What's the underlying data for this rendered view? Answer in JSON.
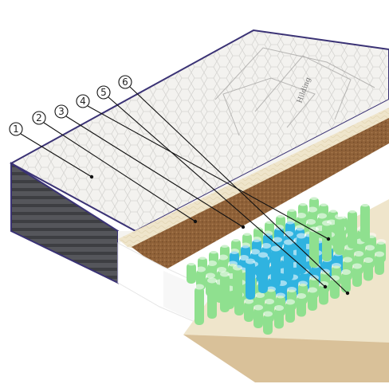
{
  "brand_logo_text": "Hilding",
  "callouts": [
    {
      "label": "1",
      "layer": "quilted-cover"
    },
    {
      "label": "2",
      "layer": "latex-foam"
    },
    {
      "label": "3",
      "layer": "coconut-fiber"
    },
    {
      "label": "4",
      "layer": "pocket-springs-blue"
    },
    {
      "label": "5",
      "layer": "pocket-springs-green"
    },
    {
      "label": "6",
      "layer": "felt-base"
    }
  ],
  "colors": {
    "cover": "#f2f1ee",
    "piping": "#3a3275",
    "side_band": "#4a4a4f",
    "foam": "#efe6cf",
    "coco": "#9a6a3e",
    "spring_blue": "#2fb3e0",
    "spring_green": "#8fe08f",
    "white_foam": "#ffffff"
  }
}
